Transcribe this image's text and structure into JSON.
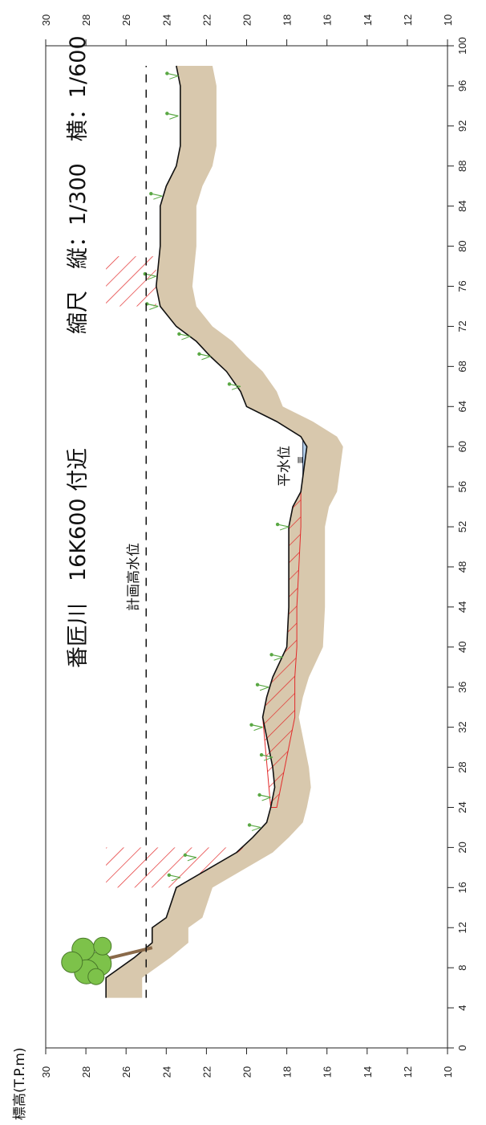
{
  "title": "番匠川　16K600 付近",
  "scale": "縮尺　縦：1/300　横：1/600",
  "y_axis_label": "標高(T.P.m)",
  "labels": {
    "planned_high_water": "計画高水位",
    "normal_water": "平水位",
    "water_symbol": "≡"
  },
  "colors": {
    "earth": "#d8c8ad",
    "water": "#b6d1ec",
    "hatch": "#e22a2a",
    "tree_canopy": "#7dc24a",
    "tree_trunk": "#8a6a4a",
    "vegetation": "#5aa844"
  },
  "chart_data": {
    "type": "cross-section",
    "y_ticks": [
      "30",
      "28",
      "26",
      "24",
      "22",
      "20",
      "18",
      "16",
      "14",
      "12",
      "10"
    ],
    "x_ticks": [
      "0",
      "4",
      "8",
      "12",
      "16",
      "20",
      "24",
      "28",
      "32",
      "36",
      "40",
      "44",
      "48",
      "52",
      "56",
      "60",
      "64",
      "68",
      "72",
      "76",
      "80",
      "84",
      "88",
      "92",
      "96",
      "100"
    ],
    "x_range": [
      0,
      100
    ],
    "y_range": [
      10,
      30
    ],
    "planned_high_water_level": 25,
    "normal_water_level": 17.2,
    "ground_profile": [
      [
        5,
        27.0
      ],
      [
        7,
        27.0
      ],
      [
        9,
        25.6
      ],
      [
        10.5,
        24.7
      ],
      [
        12,
        24.7
      ],
      [
        13,
        24.0
      ],
      [
        16,
        23.5
      ],
      [
        19.5,
        20.5
      ],
      [
        21,
        19.7
      ],
      [
        22.5,
        19.0
      ],
      [
        24,
        18.8
      ],
      [
        26,
        18.6
      ],
      [
        28,
        18.7
      ],
      [
        30,
        18.9
      ],
      [
        33,
        19.2
      ],
      [
        35,
        19.0
      ],
      [
        37,
        18.7
      ],
      [
        40,
        18.0
      ],
      [
        44,
        17.9
      ],
      [
        48,
        17.9
      ],
      [
        52,
        17.9
      ],
      [
        54,
        17.7
      ],
      [
        55.5,
        17.3
      ],
      [
        57,
        17.2
      ],
      [
        60,
        17.0
      ],
      [
        61,
        17.3
      ],
      [
        62.5,
        18.5
      ],
      [
        64,
        20.0
      ],
      [
        65.5,
        20.3
      ],
      [
        67.5,
        21.0
      ],
      [
        69,
        21.8
      ],
      [
        70.5,
        22.5
      ],
      [
        72,
        23.5
      ],
      [
        74,
        24.3
      ],
      [
        76,
        24.5
      ],
      [
        80,
        24.3
      ],
      [
        84,
        24.3
      ],
      [
        86,
        24.0
      ],
      [
        88,
        23.5
      ],
      [
        90,
        23.3
      ],
      [
        96,
        23.3
      ],
      [
        98,
        23.5
      ]
    ],
    "hatch_zones": [
      {
        "polygon": [
          [
            16,
            27.0
          ],
          [
            20,
            27.0
          ],
          [
            20,
            20.0
          ],
          [
            16,
            23.5
          ]
        ]
      },
      {
        "polygon": [
          [
            74,
            27.0
          ],
          [
            79,
            27.0
          ],
          [
            79,
            24.5
          ],
          [
            74,
            24.5
          ]
        ]
      },
      {
        "polygon": [
          [
            24,
            18.8
          ],
          [
            33,
            19.2
          ],
          [
            35,
            19.0
          ],
          [
            37,
            18.7
          ],
          [
            40,
            18.0
          ],
          [
            44,
            17.9
          ],
          [
            48,
            17.9
          ],
          [
            52,
            17.9
          ],
          [
            54,
            17.7
          ],
          [
            55.5,
            17.3
          ],
          [
            52,
            17.3
          ],
          [
            48,
            17.4
          ],
          [
            44,
            17.5
          ],
          [
            40,
            17.5
          ],
          [
            37,
            17.6
          ],
          [
            33,
            17.6
          ],
          [
            28,
            18.1
          ],
          [
            24,
            18.5
          ]
        ]
      }
    ],
    "trees": [
      {
        "x": 10,
        "y": 24.7
      }
    ],
    "vegetation": [
      {
        "x": 17,
        "y": 23.3
      },
      {
        "x": 19,
        "y": 22.5
      },
      {
        "x": 22,
        "y": 19.3
      },
      {
        "x": 25,
        "y": 18.8
      },
      {
        "x": 29,
        "y": 18.7
      },
      {
        "x": 32,
        "y": 19.2
      },
      {
        "x": 36,
        "y": 18.9
      },
      {
        "x": 39,
        "y": 18.2
      },
      {
        "x": 52,
        "y": 17.9
      },
      {
        "x": 66,
        "y": 20.3
      },
      {
        "x": 69,
        "y": 21.8
      },
      {
        "x": 71,
        "y": 22.8
      },
      {
        "x": 74,
        "y": 24.4
      },
      {
        "x": 77,
        "y": 24.5
      },
      {
        "x": 85,
        "y": 24.2
      },
      {
        "x": 93,
        "y": 23.4
      },
      {
        "x": 97,
        "y": 23.4
      }
    ]
  }
}
